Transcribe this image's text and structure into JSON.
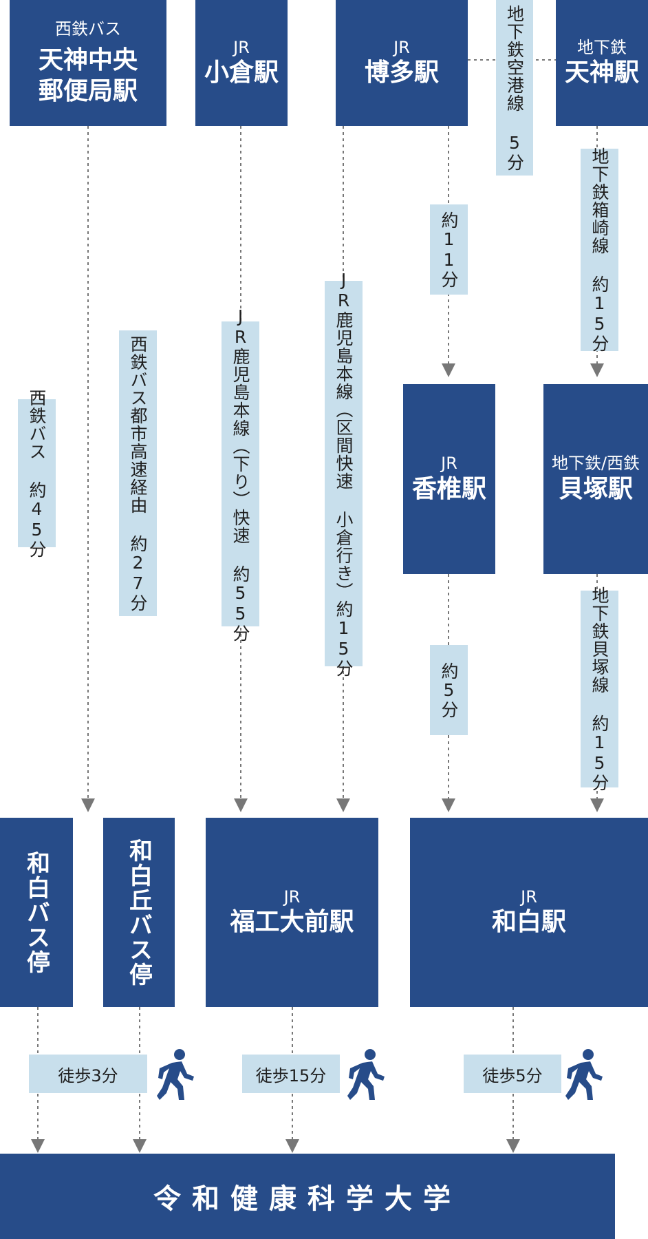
{
  "origins": {
    "tenjin_bus": {
      "top": "西鉄バス",
      "name": "天神中央\n郵便局駅"
    },
    "kokura": {
      "top": "JR",
      "name": "小倉駅"
    },
    "hakata": {
      "top": "JR",
      "name": "博多駅"
    },
    "tenjin_subway": {
      "top": "地下鉄",
      "name": "天神駅"
    }
  },
  "mid": {
    "kashii": {
      "top": "JR",
      "name": "香椎駅"
    },
    "kaizuka": {
      "top": "地下鉄/西鉄",
      "name": "貝塚駅"
    }
  },
  "stops": {
    "wajiro_bus": "和白バス停",
    "wajirooka_bus": "和白丘バス停",
    "fukkodai": {
      "top": "JR",
      "name": "福工大前駅"
    },
    "wajiro": {
      "top": "JR",
      "name": "和白駅"
    }
  },
  "routes": {
    "airport_line": "地下鉄空港線 5分",
    "hakata_kashii": "約11分",
    "hakozaki": "地下鉄箱崎線 約15分",
    "bus45": "西鉄バス 約45分",
    "bus27": "西鉄バス都市高速経由 約27分",
    "rapid55": "JR鹿児島本線︵下り︶快速 約55分",
    "local15": "JR鹿児島本線︵区間快速 小倉行き︶約15分",
    "kashii_wajiro": "約5分",
    "kaizuka_line": "地下鉄貝塚線 約15分"
  },
  "walks": {
    "w3": "徒歩3分",
    "w15": "徒歩15分",
    "w5": "徒歩5分"
  },
  "destination": "令和健康科学大学",
  "colors": {
    "box": "#274c89",
    "label": "#c8dfec",
    "line": "#777777"
  }
}
